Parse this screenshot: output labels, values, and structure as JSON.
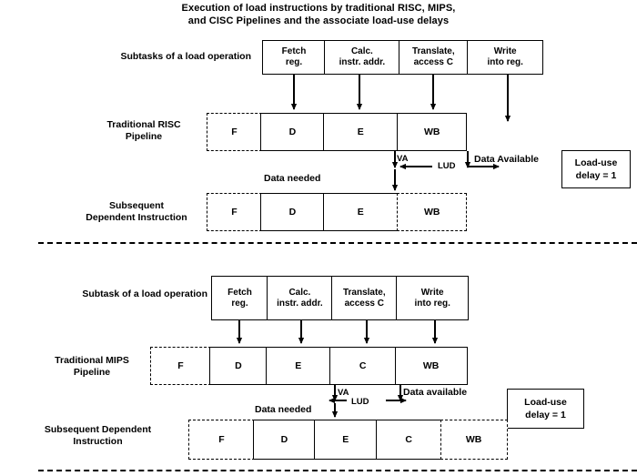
{
  "title": {
    "line1": "Execution of load instructions by traditional RISC, MIPS,",
    "line2": "and CISC Pipelines and the associate load-use delays"
  },
  "blocks": [
    {
      "id": "risc",
      "subtask_label": "Subtasks of a load operation",
      "subtasks": [
        {
          "line1": "Fetch",
          "line2": "reg."
        },
        {
          "line1": "Calc.",
          "line2": "instr. addr."
        },
        {
          "line1": "Translate,",
          "line2": "access C"
        },
        {
          "line1": "Write",
          "line2": "into reg."
        }
      ],
      "pipeline_label": "Traditional RISC\nPipeline",
      "pipeline_stages": [
        {
          "label": "F",
          "style": "dashed"
        },
        {
          "label": "D",
          "style": "solid"
        },
        {
          "label": "E",
          "style": "solid"
        },
        {
          "label": "WB",
          "style": "solid"
        }
      ],
      "dependent_label": "Subsequent\nDependent Instruction",
      "dependent_stages": [
        {
          "label": "F",
          "style": "dashed"
        },
        {
          "label": "D",
          "style": "solid"
        },
        {
          "label": "E",
          "style": "solid"
        },
        {
          "label": "WB",
          "style": "dashed"
        }
      ],
      "va_label": "VA",
      "lud_label": "LUD",
      "data_available_label": "Data Available",
      "data_needed_label": "Data needed",
      "delay_box": "Load-use\ndelay = 1"
    },
    {
      "id": "mips",
      "subtask_label": "Subtask of a load operation",
      "subtasks": [
        {
          "line1": "Fetch",
          "line2": "reg."
        },
        {
          "line1": "Calc.",
          "line2": "instr. addr."
        },
        {
          "line1": "Translate,",
          "line2": "access C"
        },
        {
          "line1": "Write",
          "line2": "into reg."
        }
      ],
      "pipeline_label": "Traditional MIPS\nPipeline",
      "pipeline_stages": [
        {
          "label": "F",
          "style": "dashed"
        },
        {
          "label": "D",
          "style": "solid"
        },
        {
          "label": "E",
          "style": "solid"
        },
        {
          "label": "C",
          "style": "solid"
        },
        {
          "label": "WB",
          "style": "solid"
        }
      ],
      "dependent_label": "Subsequent Dependent\nInstruction",
      "dependent_stages": [
        {
          "label": "F",
          "style": "dashed"
        },
        {
          "label": "D",
          "style": "solid"
        },
        {
          "label": "E",
          "style": "solid"
        },
        {
          "label": "C",
          "style": "solid"
        },
        {
          "label": "WB",
          "style": "dashed"
        }
      ],
      "va_label": "VA",
      "lud_label": "LUD",
      "data_available_label": "Data available",
      "data_needed_label": "Data needed",
      "delay_box": "Load-use\ndelay = 1"
    }
  ],
  "colors": {
    "stroke": "#000000",
    "background": "#ffffff"
  }
}
